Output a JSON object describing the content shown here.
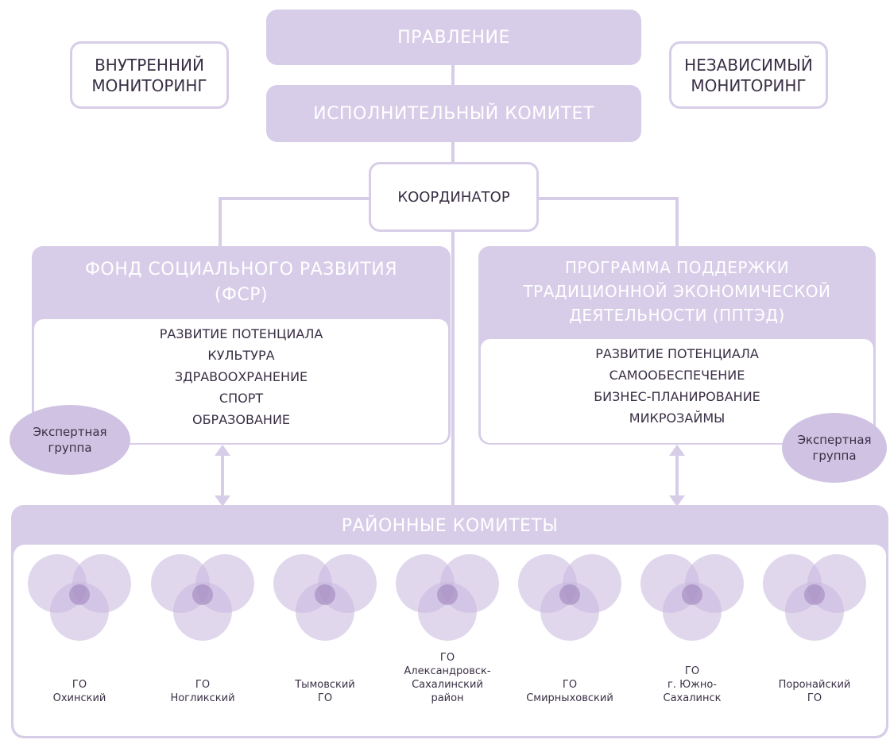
{
  "board": "ПРАВЛЕНИЕ",
  "exec_committee": "ИСПОЛНИТЕЛЬНЫЙ КОМИТЕТ",
  "internal_monitoring": "ВНУТРЕННИЙ\nМОНИТОРИНГ",
  "independent_monitoring": "НЕЗАВИСИМЫЙ\nМОНИТОРИНГ",
  "coordinator": "КООРДИНАТОР",
  "fsr": {
    "title": "ФОНД СОЦИАЛЬНОГО РАЗВИТИЯ\n(ФСР)",
    "items": [
      "РАЗВИТИЕ ПОТЕНЦИАЛА",
      "КУЛЬТУРА",
      "ЗДРАВООХРАНЕНИЕ",
      "СПОРТ",
      "ОБРАЗОВАНИЕ"
    ],
    "expert": "Экспертная\nгруппа"
  },
  "pptad": {
    "title": "ПРОГРАММА ПОДДЕРЖКИ\nТРАДИЦИОННОЙ ЭКОНОМИЧЕСКОЙ\nДЕЯТЕЛЬНОСТИ (ППТЭД)",
    "items": [
      "РАЗВИТИЕ ПОТЕНЦИАЛА",
      "САМООБЕСПЕЧЕНИЕ",
      "БИЗНЕС-ПЛАНИРОВАНИЕ",
      "МИКРОЗАЙМЫ"
    ],
    "expert": "Экспертная\nгруппа"
  },
  "district_committees": {
    "title": "РАЙОННЫЕ КОМИТЕТЫ",
    "districts": [
      "ГО\nОхинский",
      "ГО\nНогликский",
      "Тымовский\nГО",
      "ГО\nАлександровск-\nСахалинский\nрайон",
      "ГО\nСмирныховский",
      "ГО\nг. Южно-\nСахалинск",
      "Поронайский\nГО"
    ]
  },
  "colors": {
    "box_fill": "#d8cde8",
    "venn_fill": "#c9b6df",
    "venn_center": "#8f72b0",
    "text": "#3a2f45"
  }
}
